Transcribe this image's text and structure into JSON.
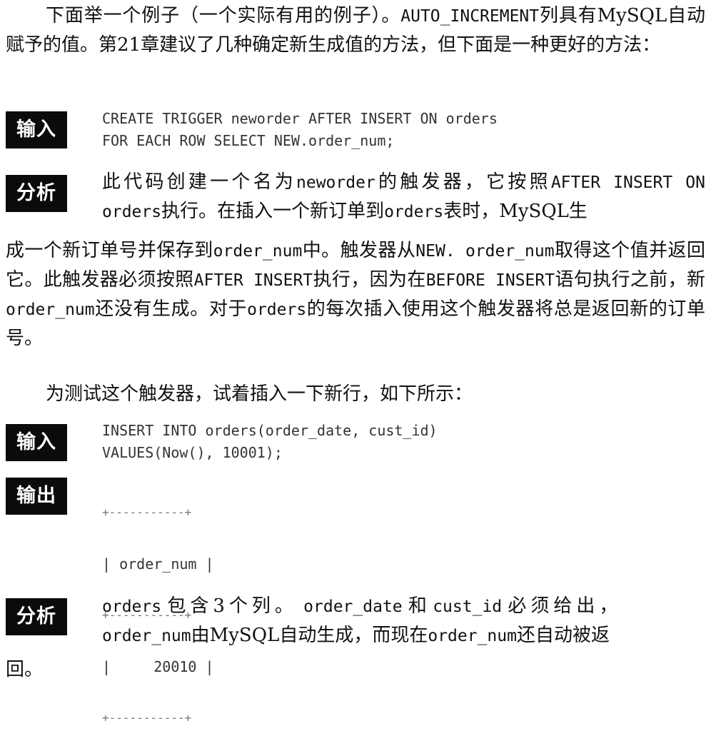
{
  "para1": {
    "t1": "下面举一个例子（一个实际有用的例子）。",
    "c1": "AUTO_INCREMENT",
    "t2": "列具有MySQL自动赋予的值。第21章建议了几种确定新生成值的方法，但下面是一种更好的方法："
  },
  "badge1": "输入",
  "code1": {
    "line1": "CREATE TRIGGER neworder AFTER INSERT ON orders",
    "line2": "FOR EACH ROW SELECT NEW.order_num;"
  },
  "badge2": "分析",
  "analysis1": {
    "t1": "此代码创建一个名为",
    "c1": "neworder",
    "t2": "的触发器，它按照",
    "c2": "AFTER INSERT ON orders",
    "t3": "执行。在插入一个新订单到",
    "c3": "orders",
    "t4": "表时，MySQL生"
  },
  "para2": {
    "t1": "成一个新订单号并保存到",
    "c1": "order_num",
    "t2": "中。触发器从",
    "c2": "NEW. order_num",
    "t3": "取得这个值并返回它。此触发器必须按照",
    "c3": "AFTER INSERT",
    "t4": "执行，因为在",
    "c4": "BEFORE INSERT",
    "t5": "语句执行之前，新",
    "c5": "order_num",
    "t6": "还没有生成。对于",
    "c6": "orders",
    "t7": "的每次插入使用这个触发器将总是返回新的订单号。"
  },
  "para3": "为测试这个触发器，试着插入一下新行，如下所示：",
  "badge3": "输入",
  "code2": {
    "line1": "INSERT INTO orders(order_date, cust_id)",
    "line2": "VALUES(Now(), 10001);"
  },
  "badge4": "输出",
  "output_table": {
    "border": "+-----------+",
    "header": "| order_num |",
    "rows": [
      "|     20010 |"
    ]
  },
  "badge5": "分析",
  "analysis2": {
    "c1": "orders",
    "t1": "包含3个列。",
    "c2": "order_date",
    "t2": "和",
    "c3": "cust_id",
    "t3": "必须给出，",
    "c4": "order_num",
    "t4": "由MySQL自动生成，而现在",
    "c5": "order_num",
    "t5": "还自动被返"
  },
  "tail": "回。"
}
